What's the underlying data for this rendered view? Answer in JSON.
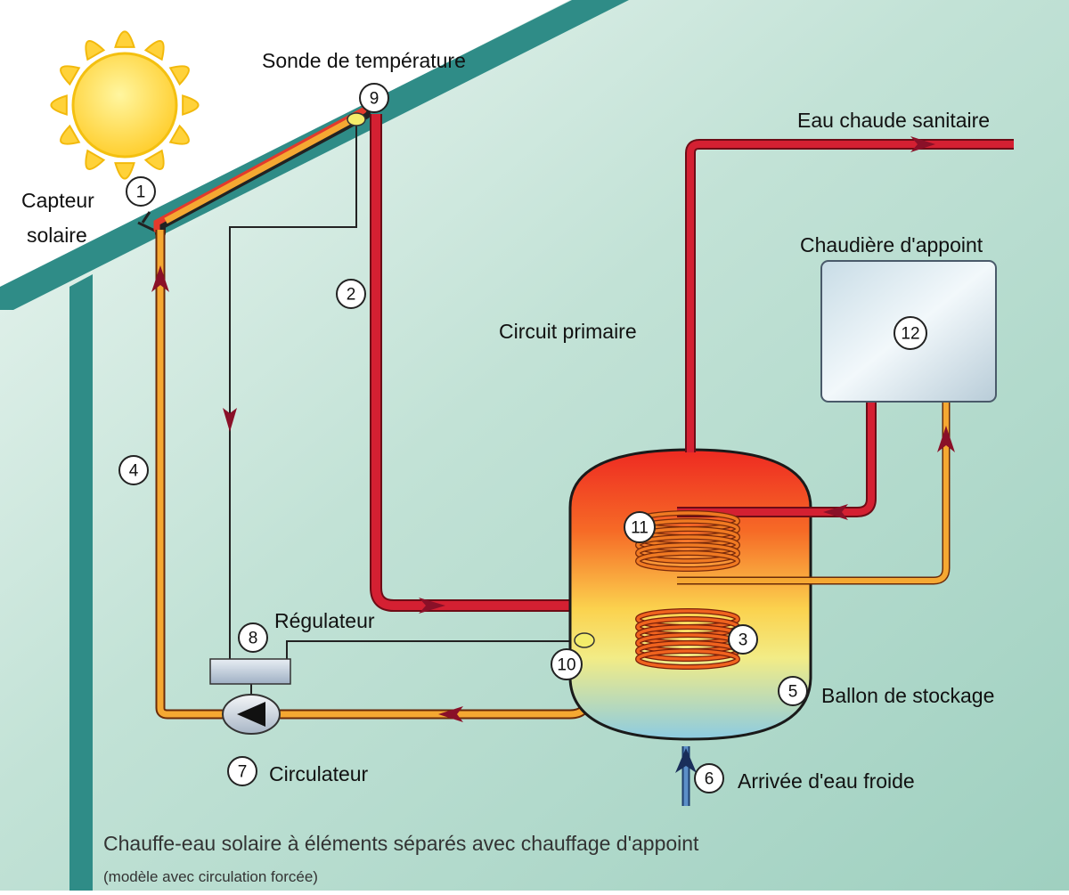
{
  "labels": {
    "capteur_line1": "Capteur",
    "capteur_line2": "solaire",
    "sonde": "Sonde de température",
    "eau_chaude": "Eau chaude sanitaire",
    "chaudiere": "Chaudière d'appoint",
    "circuit": "Circuit primaire",
    "regulateur": "Régulateur",
    "ballon": "Ballon de stockage",
    "arrivee": "Arrivée d'eau froide",
    "circulateur": "Circulateur"
  },
  "numbers": {
    "n1": "1",
    "n2": "2",
    "n3": "3",
    "n4": "4",
    "n5": "5",
    "n6": "6",
    "n7": "7",
    "n8": "8",
    "n9": "9",
    "n10": "10",
    "n11": "11",
    "n12": "12"
  },
  "caption": {
    "title": "Chauffe-eau solaire à éléments séparés avec chauffage d'appoint",
    "subtitle": "(modèle avec circulation forcée)"
  },
  "colors": {
    "background": "#a9d6c8",
    "roof": "#2f8c87",
    "hot_pipe": "#cc1e2e",
    "warm_pipe": "#f0a030",
    "arrow": "#8a1028",
    "sun": "#ffd23a",
    "tank_top": "#ee2a24",
    "tank_bottom": "#9bd0e0",
    "cold_pipe": "#4d7fb8"
  }
}
